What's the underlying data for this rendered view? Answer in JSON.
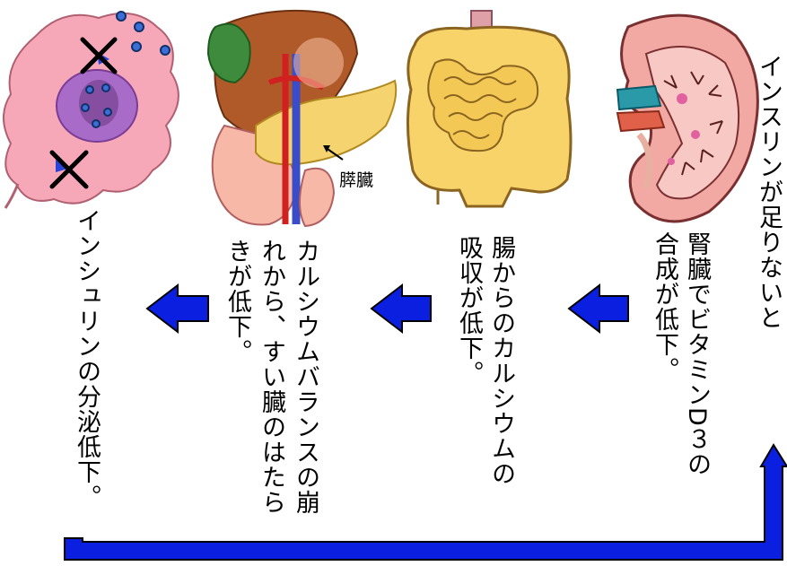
{
  "labels": {
    "pancreas_label": "膵臓"
  },
  "captions": {
    "intro": "インスリンが足りないと",
    "kidney_line1": "腎臓でビタミンD３の",
    "kidney_line2": "合成が低下。",
    "intestine_line1": "腸からのカルシウムの",
    "intestine_line2": "吸収が低下。",
    "pancreas_line1": "カルシウムバランスの崩",
    "pancreas_line2": "れから、すい臓のはたら",
    "pancreas_line3": "きが低下。",
    "insulin": "インシュリンの分泌低下。"
  },
  "colors": {
    "arrow_fill": "#0b1fe0",
    "arrow_stroke": "#000000",
    "cell_pink": "#f6a8b8",
    "nucleus_purple": "#a86cc8",
    "kidney_pink": "#f2a9a4",
    "intestine_yellow": "#f8d36a",
    "pancreas_yellow": "#f5d36e",
    "liver_brown": "#b05a2a",
    "gallbladder_green": "#3e8b3e"
  },
  "icons": [
    "pancreatic-cell-illustration",
    "pancreas-organs-illustration",
    "intestine-illustration",
    "kidney-illustration",
    "left-arrow-icon",
    "return-arrow-icon",
    "x-mark-icon"
  ]
}
